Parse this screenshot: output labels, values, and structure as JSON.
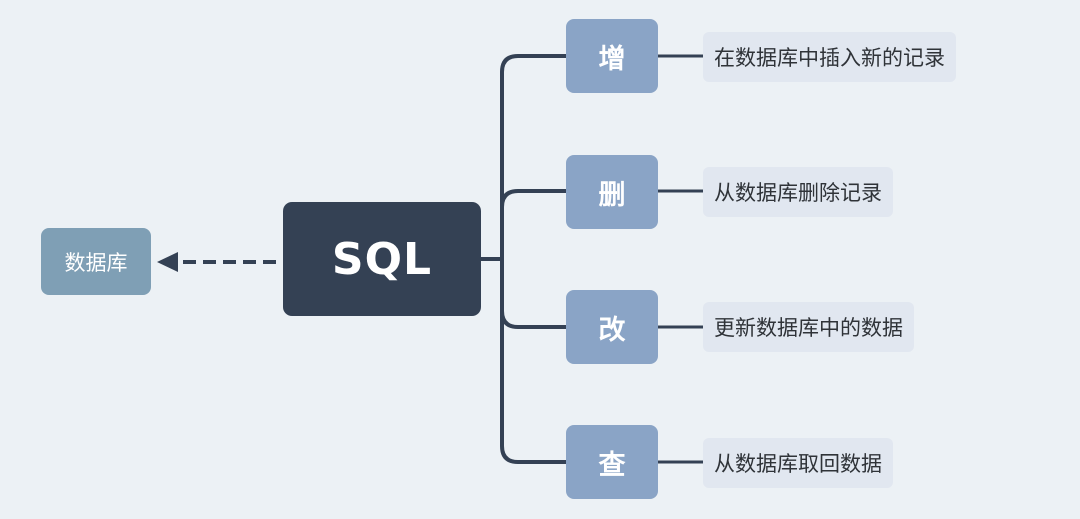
{
  "diagram": {
    "center": {
      "label": "SQL"
    },
    "target": {
      "label": "数据库"
    },
    "operations": [
      {
        "label": "增",
        "description": "在数据库中插入新的记录"
      },
      {
        "label": "删",
        "description": "从数据库删除记录"
      },
      {
        "label": "改",
        "description": "更新数据库中的数据"
      },
      {
        "label": "查",
        "description": "从数据库取回数据"
      }
    ],
    "colors": {
      "background": "#ecf1f5",
      "center_fill": "#344154",
      "operation_fill": "#8aa4c6",
      "target_fill": "#7f9fb5",
      "description_fill": "#e1e7f0",
      "connector": "#344154"
    }
  }
}
